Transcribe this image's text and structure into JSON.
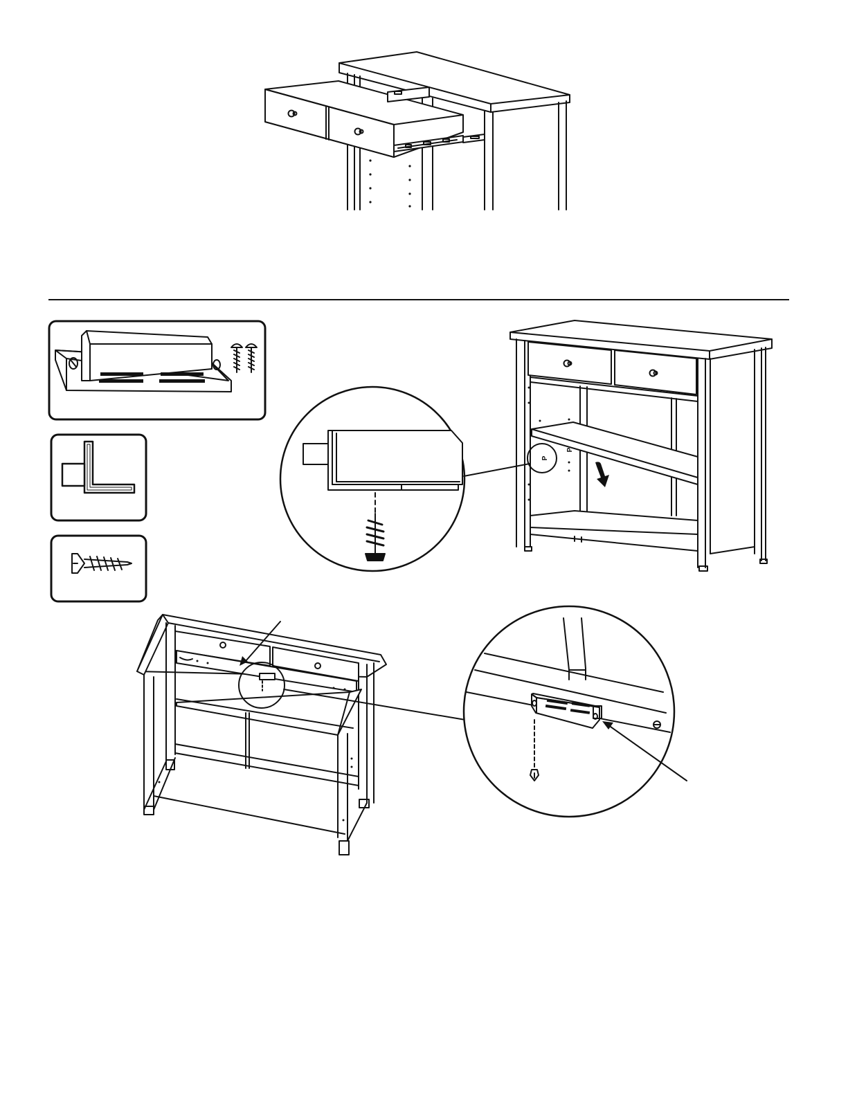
{
  "page": {
    "background": "#ffffff",
    "ink": "#111111"
  },
  "figures": {
    "drawer_slide": {
      "icon": "drawer-slide-illustration"
    },
    "magnetic_catch_part": {
      "icon": "magnetic-catch-part-icon"
    },
    "shelf_bracket_part": {
      "icon": "shelf-bracket-part-icon"
    },
    "screw_part": {
      "icon": "wood-screw-part-icon"
    },
    "shelf_install": {
      "icon": "shelf-install-illustration",
      "panel_marking": "P"
    },
    "catch_install": {
      "icon": "catch-install-illustration"
    }
  }
}
